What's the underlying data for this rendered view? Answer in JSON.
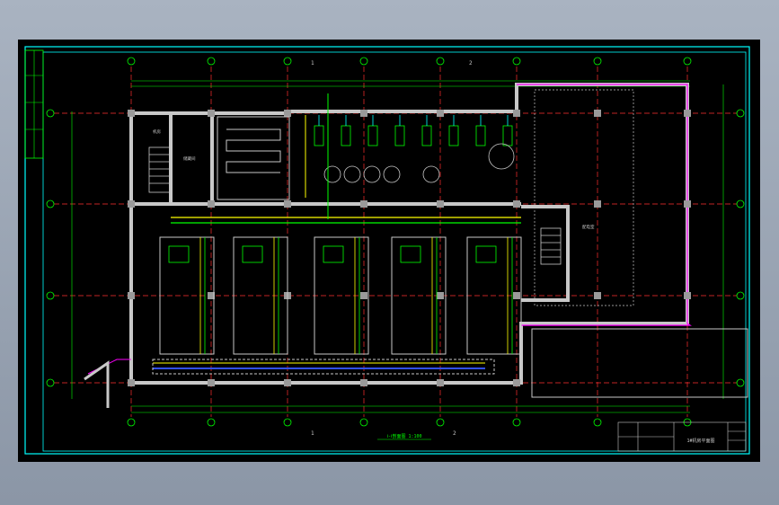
{
  "drawing": {
    "caption": "Ⅰ-Ⅰ剖面图 1:100",
    "title_block_name": "1#机房平面图"
  },
  "axes": {
    "bottom_labels": [
      "1",
      "2"
    ],
    "top_labels": [
      "1",
      "2"
    ]
  },
  "rooms": {
    "room_a": "机房",
    "room_b": "储藏间",
    "room_c": "配电室"
  },
  "colors": {
    "background": "#000000",
    "frame": "#00ffff",
    "wall": "#c8c8c8",
    "pipe_green": "#00ff00",
    "pipe_yellow": "#ffff00",
    "pipe_blue": "#3050ff",
    "pipe_magenta": "#ff00ff",
    "axis_red": "#ff3030"
  }
}
